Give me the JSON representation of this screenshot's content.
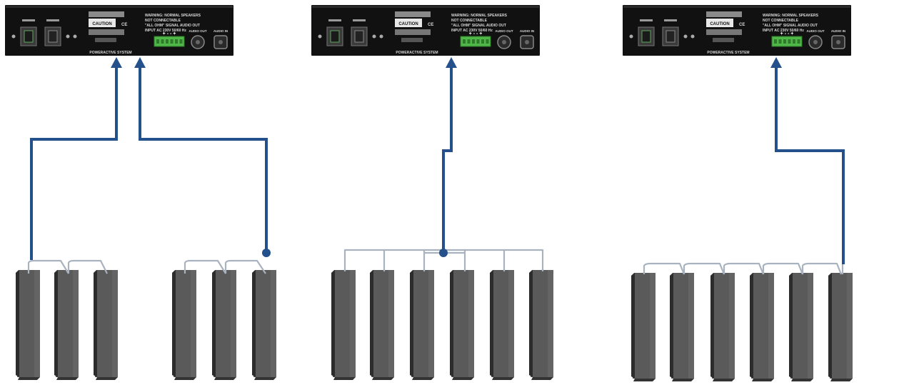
{
  "colors": {
    "background": "#ffffff",
    "cable": "#24508b",
    "link_wire": "#a9b3bf",
    "amp_body": "#111111",
    "amp_text": "#d8d8d8",
    "terminal_green": "#4fb848",
    "speaker_face": "#5a5a5a",
    "speaker_side": "#2c2c2c"
  },
  "amp_panel": {
    "caution": "CAUTION",
    "warning_lines": [
      "WARNING: NORMAL SPEAKERS",
      "NOT CONNECTABLE",
      "\"ALL OHM\" SIGNAL AUDIO OUT",
      "INPUT AC 230V 50/60 Hz"
    ],
    "terminal_polarity": "+ - - +",
    "socket_labels": [
      "AUDIO OUT",
      "AUDIO IN"
    ],
    "system_name": "POWERACTIVE SYSTEM",
    "ce_mark": "CE"
  },
  "diagram": {
    "arrangement": "three wiring examples: 2 groups of 3 speakers to one unit; 6 speakers joined at center to one unit; 6 speakers daisy-chained to one unit",
    "setups": [
      {
        "amplifiers": 1,
        "cable_runs": 2,
        "speaker_groups": [
          3,
          3
        ]
      },
      {
        "amplifiers": 1,
        "cable_runs": 1,
        "speaker_groups": [
          6
        ]
      },
      {
        "amplifiers": 1,
        "cable_runs": 1,
        "speaker_groups": [
          6
        ]
      }
    ]
  }
}
